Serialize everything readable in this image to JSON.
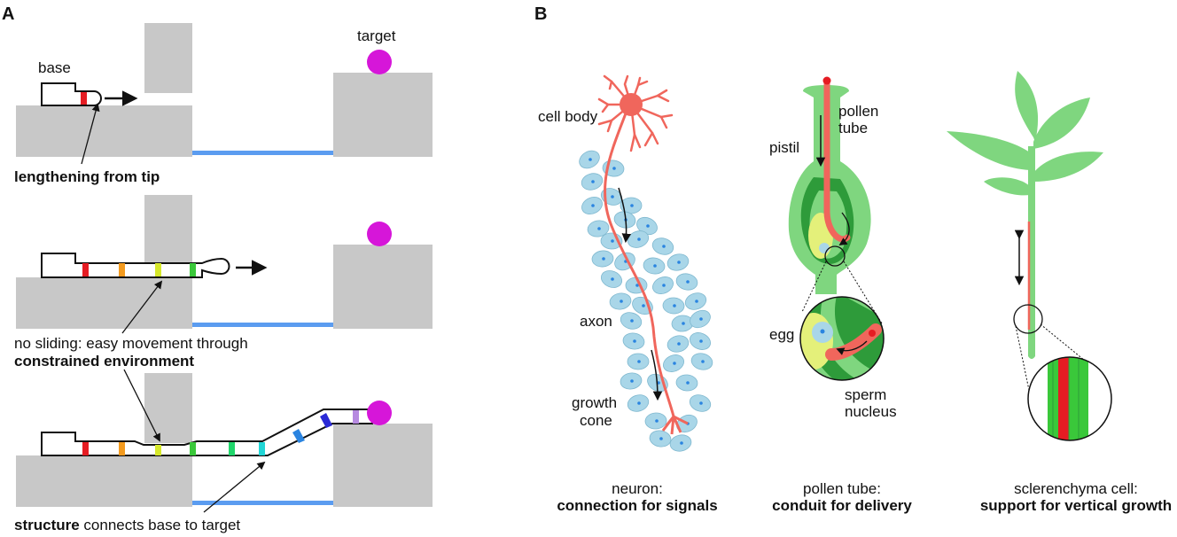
{
  "panel_a": {
    "letter": "A",
    "label_base": "base",
    "label_target": "target",
    "step1_caption": "lengthening from tip",
    "step2_caption_line1": "no sliding: easy movement through",
    "step2_caption_line2": "constrained environment",
    "step3_caption_bold": "structure",
    "step3_caption_rest": " connects base to target"
  },
  "panel_b": {
    "letter": "B",
    "neuron": {
      "label_cell_body": "cell body",
      "label_axon": "axon",
      "label_growth_cone_1": "growth",
      "label_growth_cone_2": "cone",
      "caption_line1": "neuron:",
      "caption_line2": "connection for signals"
    },
    "pollen": {
      "label_pistil": "pistil",
      "label_pollen_tube_1": "pollen",
      "label_pollen_tube_2": "tube",
      "label_egg": "egg",
      "label_sperm_1": "sperm",
      "label_sperm_2": "nucleus",
      "caption_line1": "pollen tube:",
      "caption_line2": "conduit for delivery"
    },
    "sclerenchyma": {
      "caption_line1": "sclerenchyma cell:",
      "caption_line2": "support for vertical growth"
    }
  },
  "colors": {
    "wall": "#c8c8c8",
    "water": "#5b9cf0",
    "target": "#d616d9",
    "neuron": "#f0665c",
    "glia": "#a9d6e8",
    "plant_light": "#7fd67f",
    "plant_dark": "#2e9b3a",
    "egg_region": "#e4f07a",
    "marker_1": "#e51c23",
    "marker_2": "#f39a1e",
    "marker_3": "#d6e82a",
    "marker_4": "#3ac83a",
    "marker_5": "#20d66b",
    "marker_6": "#21d6d6",
    "marker_7": "#2a84e0",
    "marker_8": "#2a2ad6",
    "marker_9": "#b68ae0"
  }
}
